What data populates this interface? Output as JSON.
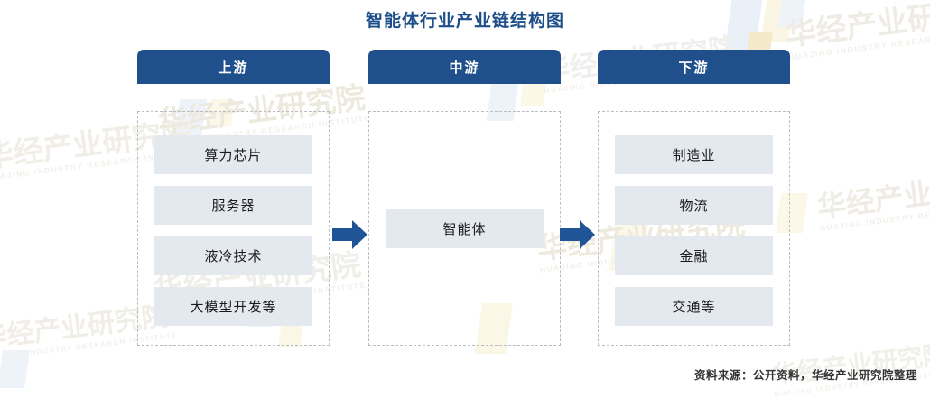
{
  "title": "智能体行业产业链结构图",
  "columns": [
    {
      "key": "upstream",
      "header": "上游",
      "nodes": [
        "算力芯片",
        "服务器",
        "液冷技术",
        "大模型开发等"
      ]
    },
    {
      "key": "midstream",
      "header": "中游",
      "nodes": [
        "智能体"
      ]
    },
    {
      "key": "downstream",
      "header": "下游",
      "nodes": [
        "制造业",
        "物流",
        "金融",
        "交通等"
      ]
    }
  ],
  "arrows": [
    {
      "name": "arrow-upstream-to-midstream",
      "glyph": "right-arrow-icon"
    },
    {
      "name": "arrow-midstream-to-downstream",
      "glyph": "right-arrow-icon"
    }
  ],
  "source_note": "资料来源：公开资料，华经产业研究院整理",
  "watermark": {
    "text": "华经产业研究院",
    "subtext": "HUAJING INDUSTRY RESEARCH INSTITUTE"
  },
  "colors": {
    "title": "#1d4e89",
    "header_bar": "#20508c",
    "node_fill": "#e4e9f0",
    "dashed_border": "#b9bcc2",
    "arrow": "#1f5496",
    "background": "#ffffff"
  }
}
